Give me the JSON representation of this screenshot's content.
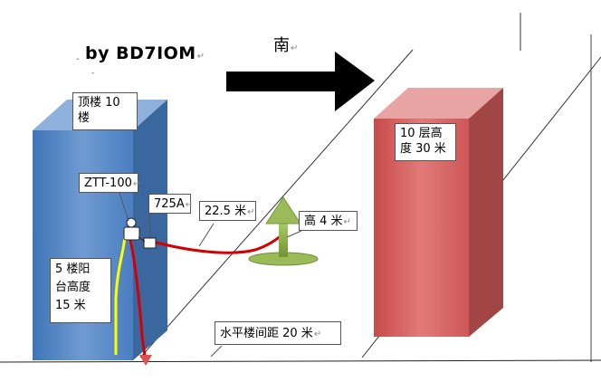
{
  "credit": "by BD7IOM",
  "direction": "南",
  "labels": {
    "top_floor_a": "顶楼 10",
    "top_floor_b": "楼",
    "antenna_model": "ZTT-100",
    "radio_model": "725A",
    "cable_length": "22.5 米",
    "antenna_height": "高 4 米",
    "balcony_a": "5 楼阳",
    "balcony_b": "台高度",
    "balcony_c": "15 米",
    "other_bldg_a": "10 层高",
    "other_bldg_b": "度 30 米",
    "spacing": "水平楼间距 20 米"
  },
  "colors": {
    "building_left": "#4f81bd",
    "building_right": "#c0504d",
    "feedline": "#cc0000",
    "height_marker": "#ffff00",
    "antenna": "#9bbb59",
    "arrow": "#000000"
  }
}
